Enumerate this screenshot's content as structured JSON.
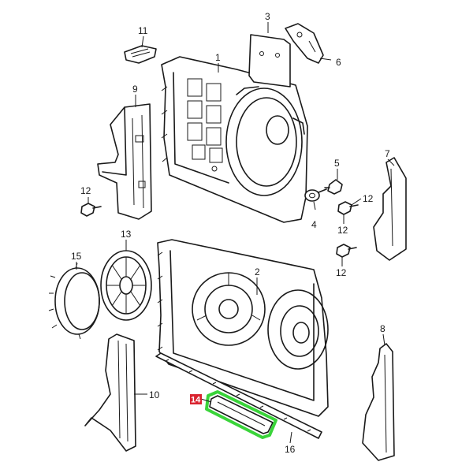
{
  "highlight_color": "#3ad43a",
  "label_bg_color": "#d9232f",
  "callouts": {
    "c1": "1",
    "c2": "2",
    "c3": "3",
    "c4": "4",
    "c5": "5",
    "c6": "6",
    "c7": "7",
    "c8": "8",
    "c9": "9",
    "c10": "10",
    "c11": "11",
    "c12a": "12",
    "c12b": "12",
    "c12c": "12",
    "c12d": "12",
    "c13": "13",
    "c15": "15",
    "c16": "16"
  },
  "highlighted_part": {
    "number": "14"
  }
}
